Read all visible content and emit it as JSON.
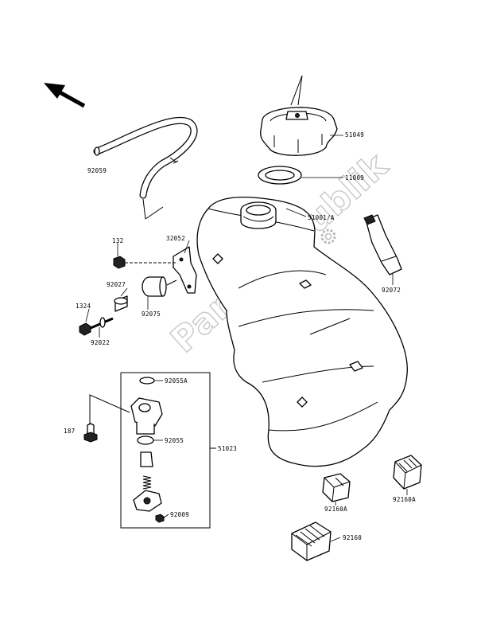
{
  "watermark": "PartsRepublik",
  "labels": {
    "p51049": "51049",
    "p11009": "11009",
    "p92059": "92059",
    "p51001A": "51001/A",
    "p132": "132",
    "p32052": "32052",
    "p92027": "92027",
    "p92075": "92075",
    "p1324": "1324",
    "p92022": "92022",
    "p92072": "92072",
    "p92055A": "92055A",
    "p187": "187",
    "p92055": "92055",
    "p51023": "51023",
    "p92009": "92009",
    "p92160A_left": "92160A",
    "p92160A_right": "92160A",
    "p92160": "92160"
  }
}
